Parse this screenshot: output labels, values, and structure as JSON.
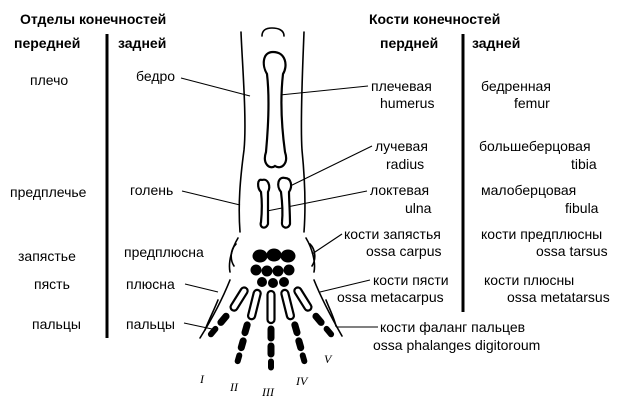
{
  "left_header": {
    "title": "Отделы конечностей",
    "col_front": "передней",
    "col_hind": "задней"
  },
  "right_header": {
    "title": "Кости конечностей",
    "col_front": "пердней",
    "col_hind": "задней"
  },
  "regions": [
    {
      "front": "плечо",
      "hind": "бедро"
    },
    {
      "front": "предплечье",
      "hind": "голень"
    },
    {
      "front": "запястье",
      "hind": "предплюсна"
    },
    {
      "front": "пясть",
      "hind": "плюсна"
    },
    {
      "front": "пальцы",
      "hind": "пальцы"
    }
  ],
  "bones": [
    {
      "front_ru": "плечевая",
      "front_lat": "humerus",
      "hind_ru": "бедренная",
      "hind_lat": "femur"
    },
    {
      "front_ru": "лучевая",
      "front_lat": "radius",
      "hind_ru": "большеберцовая",
      "hind_lat": "tibia"
    },
    {
      "front_ru": "локтевая",
      "front_lat": "ulna",
      "hind_ru": "малоберцовая",
      "hind_lat": "fibula"
    },
    {
      "front_ru": "кости запястья",
      "front_lat": "ossa carpus",
      "hind_ru": "кости предплюсны",
      "hind_lat": "ossa tarsus"
    },
    {
      "front_ru": "кости пясти",
      "front_lat": "ossa metacarpus",
      "hind_ru": "кости плюсны",
      "hind_lat": "ossa metatarsus"
    }
  ],
  "phalanges": {
    "ru": "кости фаланг пальцев",
    "lat": "ossa phalanges digitoroum"
  },
  "digits": [
    "I",
    "II",
    "III",
    "IV",
    "V"
  ]
}
